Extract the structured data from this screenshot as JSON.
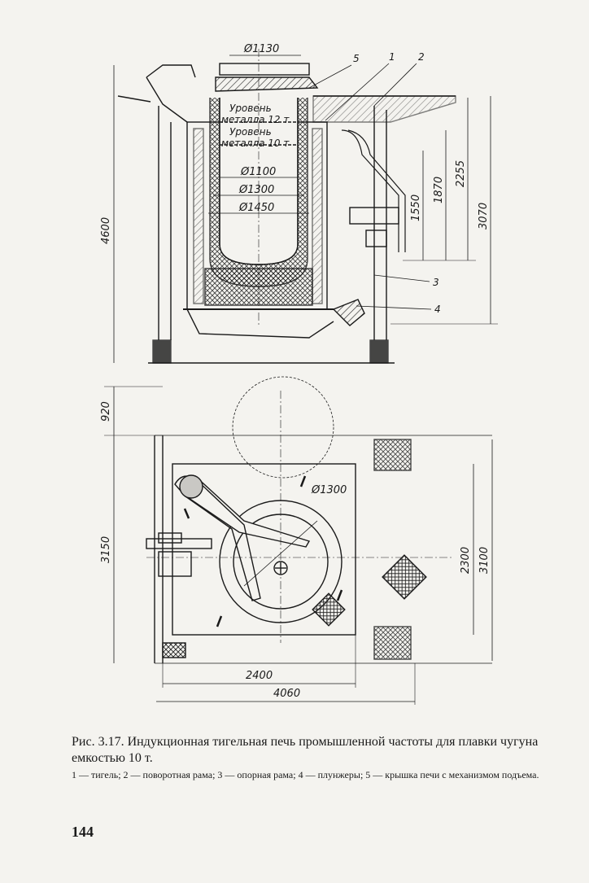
{
  "figure": {
    "side_view": {
      "diameters": [
        "Ø1130",
        "Ø1100",
        "Ø1300",
        "Ø1450"
      ],
      "levels": [
        {
          "line1": "Уровень",
          "line2": "металла 12 т"
        },
        {
          "line1": "Уровень",
          "line2": "металла 10 т"
        }
      ],
      "heights": [
        "4600",
        "1550",
        "1870",
        "2255",
        "3070"
      ],
      "part_numbers": [
        "1",
        "2",
        "3",
        "4",
        "5"
      ]
    },
    "plan_view": {
      "diameter": "Ø1300",
      "dims_vertical": [
        "920",
        "3150",
        "2300",
        "3100"
      ],
      "dims_horizontal": [
        "2400",
        "4060"
      ]
    }
  },
  "caption": {
    "title": "Рис. 3.17. Индукционная тигельная печь промышленной частоты для плавки чугуна емкостью 10 т.",
    "legend": "1 — тигель; 2 — поворотная рама; 3 — опорная рама; 4 — плунжеры; 5 — крышка печи с механизмом подъема."
  },
  "page_number": "144"
}
